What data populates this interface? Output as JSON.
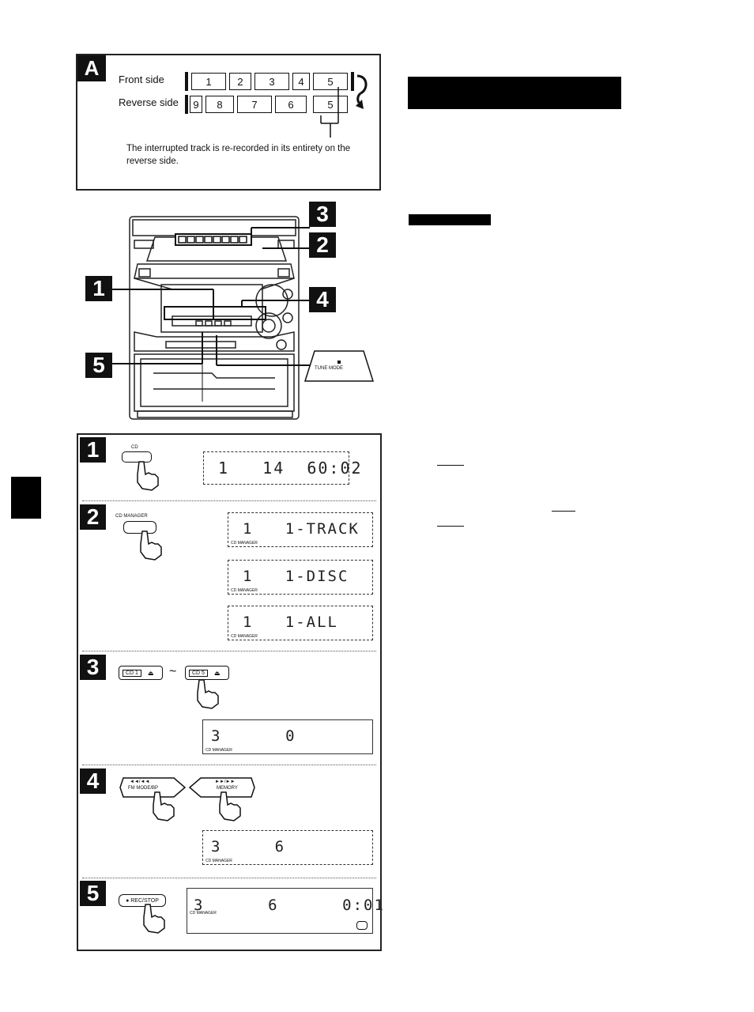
{
  "panel_a": {
    "badge": "A",
    "front_label": "Front side",
    "reverse_label": "Reverse side",
    "front_tracks": [
      "1",
      "2",
      "3",
      "4",
      "5"
    ],
    "reverse_tracks": [
      "9",
      "8",
      "7",
      "6",
      "5"
    ],
    "caption": "The interrupted track is re-recorded in its entirety on the reverse side."
  },
  "stereo": {
    "callouts": [
      "3",
      "2",
      "1",
      "4",
      "5"
    ],
    "tune_mode_label": "TUNE MODE"
  },
  "steps": [
    {
      "number": "1",
      "button_label": "CD",
      "display": "1   14  60:02"
    },
    {
      "number": "2",
      "button_label": "CD MANAGER",
      "displays": [
        "1   1-TRACK",
        "1   1-DISC",
        "1   1-ALL"
      ]
    },
    {
      "number": "3",
      "button1_label": "CD 1",
      "button2_label": "CD 5",
      "tilde": "~",
      "display": "3      0"
    },
    {
      "number": "4",
      "button1_top": "◄◄/◄◄",
      "button1_label": "FM MODE/BP",
      "button2_top": "►►/►►",
      "button2_label": "MEMORY",
      "display": "3     6"
    },
    {
      "number": "5",
      "button_label": "● REC/STOP",
      "display": "3      6      0:01"
    }
  ],
  "display_small_label": "CD MANAGER"
}
